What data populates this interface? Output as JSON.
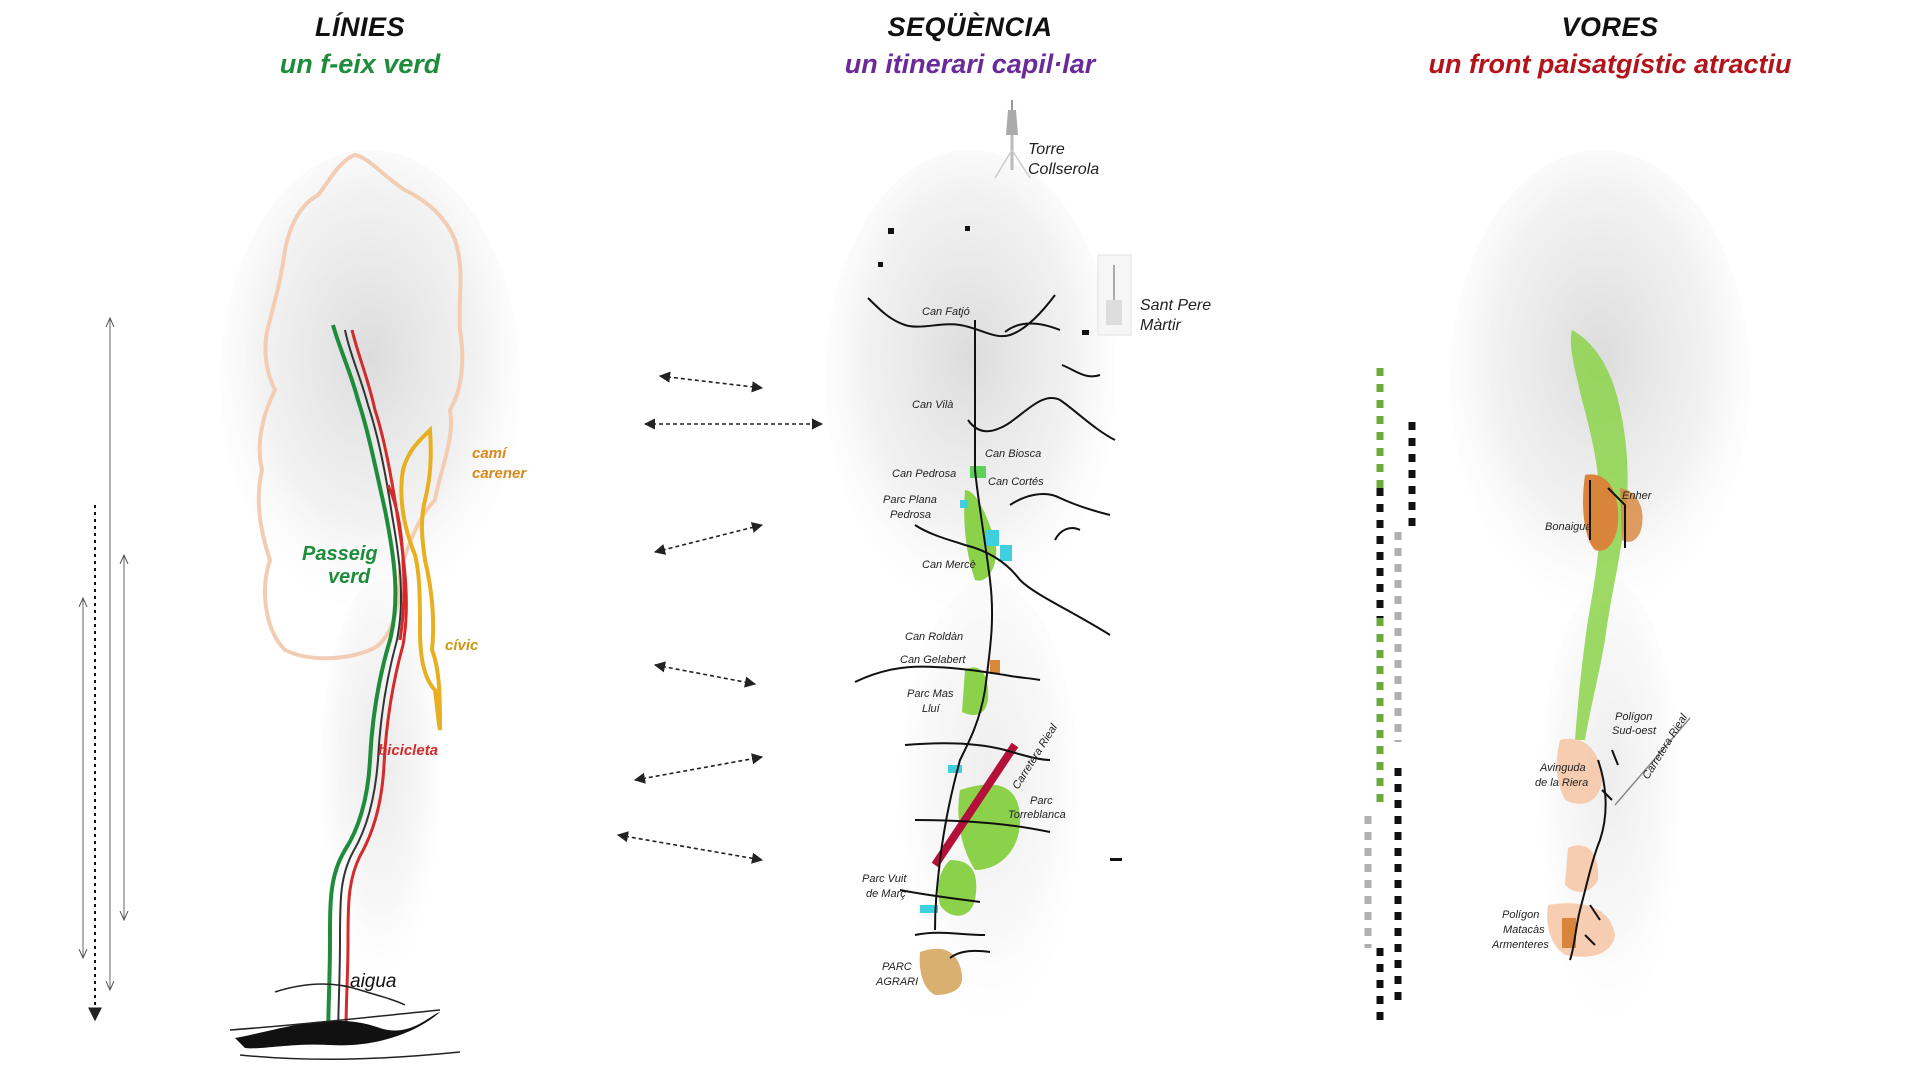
{
  "columns": [
    {
      "title": "LÍNIES",
      "subtitle": "un f-eix verd",
      "subtitle_color": "#1e8c3a"
    },
    {
      "title": "SEQÜÈNCIA",
      "subtitle": "un itinerari capil·lar",
      "subtitle_color": "#6a2a9a"
    },
    {
      "title": "VORES",
      "subtitle": "un front paisatgístic atractiu",
      "subtitle_color": "#b3141b"
    }
  ],
  "lines_map": {
    "labels": {
      "cami": "camí",
      "carener": "carener",
      "passeig": "Passeig",
      "verd": "verd",
      "civic": "cívic",
      "bicicleta": "bicicleta",
      "aigua": "aigua"
    },
    "colors": {
      "passeig_verd": "#1e8c3a",
      "bicicleta": "#d42a2a",
      "cami_carener": "#e8b020",
      "cami_label": "#d98a1c",
      "boundary": "#f2cdb4"
    }
  },
  "sequence_map": {
    "landmarks": {
      "torre1": "Torre",
      "torre2": "Collserola",
      "sant1": "Sant Pere",
      "sant2": "Màrtir"
    },
    "places": {
      "fatjo": "Can Fatjó",
      "vila": "Can Vilà",
      "biosca": "Can Biosca",
      "pedrosa": "Can Pedrosa",
      "cortes": "Can Cortés",
      "parcplana1": "Parc Plana",
      "parcplana2": "Pedrosa",
      "merce": "Can Mercè",
      "roldan": "Can Roldàn",
      "gelabert": "Can Gelabert",
      "masllui1": "Parc Mas",
      "masllui2": "Lluí",
      "carretera": "Carretera Rieal",
      "torreblanca1": "Parc",
      "torreblanca2": "Torreblanca",
      "vuitmarc1": "Parc Vuit",
      "vuitmarc2": "de Març",
      "agrari1": "PARC",
      "agrari2": "AGRARI"
    },
    "colors": {
      "green": "#8bd24a",
      "cyan": "#3fd0e0",
      "orange": "#d88a3a",
      "tan": "#d9b070",
      "crimson": "#b3103a"
    }
  },
  "edges_map": {
    "places": {
      "enher": "Enher",
      "bonaigua": "Bonaigua",
      "poligon1": "Polígon",
      "poligon2": "Sud-oest",
      "avinguda1": "Avinguda",
      "avinguda2": "de la Riera",
      "carretera": "Carretera Rieal",
      "matacas1": "Polígon",
      "matacas2": "Matacàs",
      "matacas3": "Armenteres"
    },
    "colors": {
      "green": "#8bd24a",
      "orange": "#d8843a",
      "peach": "#f6c6a4"
    }
  },
  "legend_colors": {
    "green": "#6aaa3a",
    "black": "#111111",
    "grey": "#b0b0b0"
  }
}
